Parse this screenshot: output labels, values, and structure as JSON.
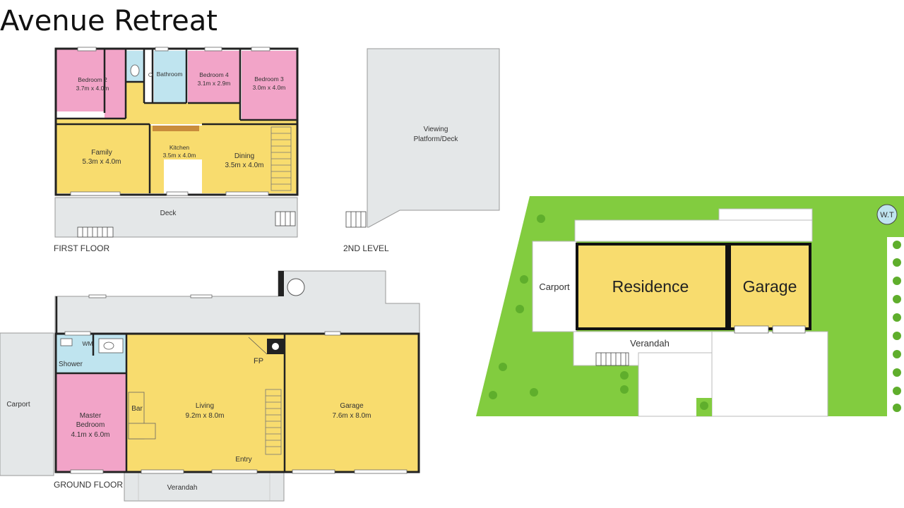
{
  "title": "Avenue Retreat",
  "first_floor": {
    "caption": "FIRST FLOOR",
    "bedroom2": {
      "name": "Bedroom 2",
      "size": "3.7m x 4.0m"
    },
    "bathroom": {
      "name": "Bathroom"
    },
    "bedroom4": {
      "name": "Bedroom 4",
      "size": "3.1m x 2.9m"
    },
    "bedroom3": {
      "name": "Bedroom 3",
      "size": "3.0m x 4.0m"
    },
    "family": {
      "name": "Family",
      "size": "5.3m x 4.0m"
    },
    "kitchen": {
      "name": "Kitchen",
      "size": "3.5m x 4.0m"
    },
    "dining": {
      "name": "Dining",
      "size": "3.5m x 4.0m"
    },
    "deck": {
      "name": "Deck"
    }
  },
  "second_level": {
    "caption": "2ND LEVEL",
    "platform": {
      "line1": "Viewing",
      "line2": "Platform/Deck"
    }
  },
  "ground_floor": {
    "caption": "GROUND FLOOR",
    "carport": "Carport",
    "wm": "WM",
    "shower": "Shower",
    "master": {
      "name1": "Master",
      "name2": "Bedroom",
      "size": "4.1m x 6.0m"
    },
    "bar": "Bar",
    "living": {
      "name": "Living",
      "size": "9.2m x 8.0m"
    },
    "fp": "FP",
    "entry": "Entry",
    "garage": {
      "name": "Garage",
      "size": "7.6m x 8.0m"
    },
    "verandah": "Verandah"
  },
  "site_plan": {
    "carport": "Carport",
    "residence": "Residence",
    "garage": "Garage",
    "verandah": "Verandah",
    "water_tank": "W.T"
  },
  "colors": {
    "yellow": "#f8dc6e",
    "pink": "#f2a4c8",
    "blue": "#bfe4ef",
    "grey": "#e4e7e8",
    "lawn": "#82cc3f",
    "tree": "#5fae2c"
  }
}
